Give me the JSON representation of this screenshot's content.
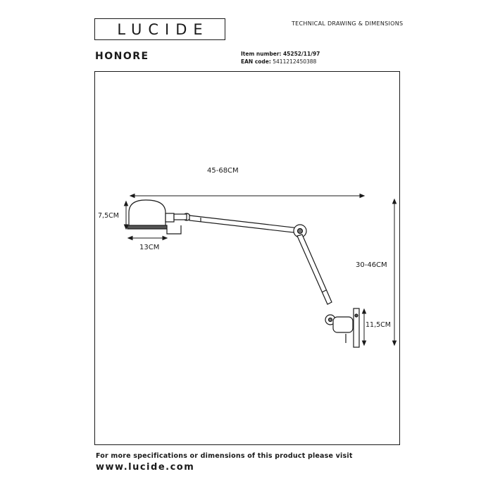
{
  "header": {
    "logo_text": "LUCIDE",
    "doc_title": "TECHNICAL DRAWING & DIMENSIONS"
  },
  "product": {
    "name": "HONORE",
    "item_number_label": "Item number:",
    "item_number": "45252/11/97",
    "ean_label": "EAN code:",
    "ean": "5411212450388"
  },
  "dimensions": {
    "arm_length": "45-68CM",
    "shade_height": "7,5CM",
    "shade_width": "13CM",
    "total_height": "30-46CM",
    "base_height": "11,5CM"
  },
  "footer": {
    "text": "For more specifications or dimensions of this product please visit",
    "url": "www.lucide.com"
  }
}
